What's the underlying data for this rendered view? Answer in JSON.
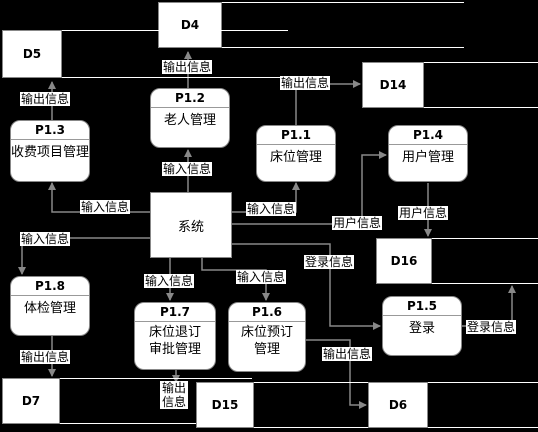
{
  "processes": [
    {
      "key": "p12",
      "id": "P1.2",
      "name": "老人管理"
    },
    {
      "key": "p13",
      "id": "P1.3",
      "name": "收费项目管理"
    },
    {
      "key": "p11",
      "id": "P1.1",
      "name": "床位管理"
    },
    {
      "key": "p14",
      "id": "P1.4",
      "name": "用户管理"
    },
    {
      "key": "p18",
      "id": "P1.8",
      "name": "体检管理"
    },
    {
      "key": "p17",
      "id": "P1.7",
      "name": "床位退订审批管理"
    },
    {
      "key": "p16",
      "id": "P1.6",
      "name": "床位预订管理"
    },
    {
      "key": "p15",
      "id": "P1.5",
      "name": "登录"
    }
  ],
  "system": {
    "name": "系统"
  },
  "stores": [
    {
      "key": "d4",
      "id": "D4"
    },
    {
      "key": "d5",
      "id": "D5"
    },
    {
      "key": "d14",
      "id": "D14"
    },
    {
      "key": "d16",
      "id": "D16"
    },
    {
      "key": "d7",
      "id": "D7"
    },
    {
      "key": "d15",
      "id": "D15"
    },
    {
      "key": "d6",
      "id": "D6"
    }
  ],
  "flows": {
    "out_d4": "输出信息",
    "out_d5": "输出信息",
    "out_d14": "输出信息",
    "in_p12": "输入信息",
    "in_p13": "输入信息",
    "in_p11": "输入信息",
    "user_info_sys": "用户信息",
    "user_info_d16": "用户信息",
    "in_p18": "输入信息",
    "login_info_sys": "登录信息",
    "in_p17": "输入信息",
    "in_p16": "输入信息",
    "out_d7": "输出信息",
    "out_d15": "输出信息",
    "out_d6": "输出信息",
    "login_info_d16": "登录信息"
  }
}
